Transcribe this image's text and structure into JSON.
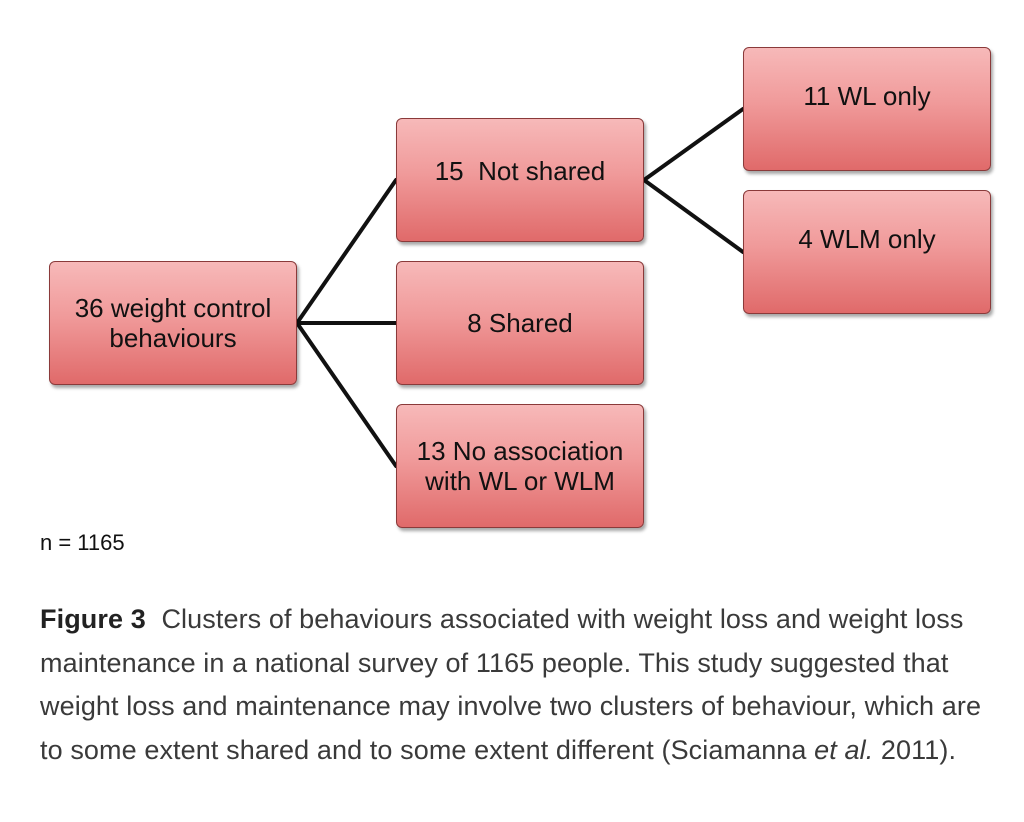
{
  "diagram": {
    "nodes": {
      "root": "36 weight control\nbehaviours",
      "not_shared": "15  Not shared",
      "shared": "8 Shared",
      "no_association": "13 No association\nwith WL or WLM",
      "wl_only": "11 WL only",
      "wlm_only": "4 WLM only"
    },
    "colors": {
      "node_top": "#f7b9b9",
      "node_bottom": "#e06a6a",
      "node_border": "#8a3a3a",
      "connector": "#111111"
    }
  },
  "sample_size": "n = 1165",
  "caption": {
    "label": "Figure 3",
    "text": "Clusters of behaviours associated with weight loss and weight loss maintenance in a national survey of 1165 people. This study suggested that weight loss and maintenance may involve two clusters of behaviour, which are to some extent shared and to some extent different (Sciamanna",
    "citation_italic": "et al.",
    "citation_end": " 2011)."
  }
}
